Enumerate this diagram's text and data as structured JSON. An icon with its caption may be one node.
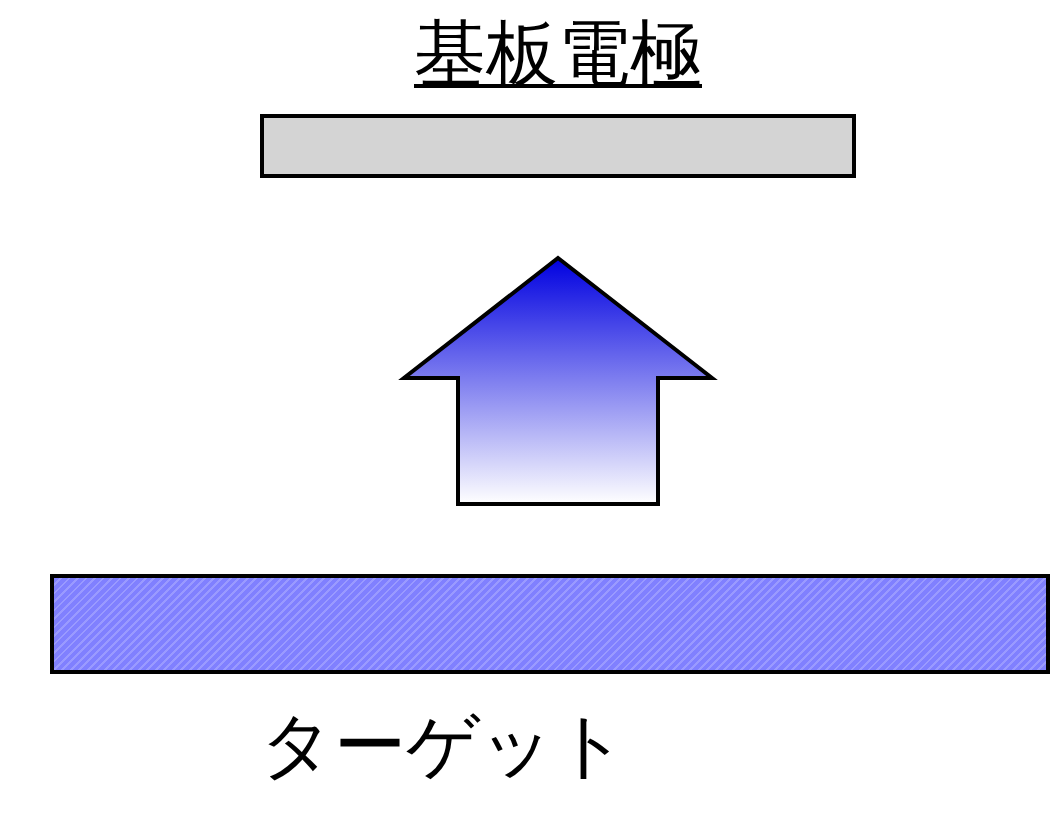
{
  "diagram": {
    "nodes": [
      {
        "text": [
          "基板電極"
        ]
      },
      {
        "text": [
          "ターゲット"
        ]
      }
    ],
    "edges": [
      {
        "from": 1,
        "to": 0,
        "arrow": "to"
      }
    ]
  }
}
